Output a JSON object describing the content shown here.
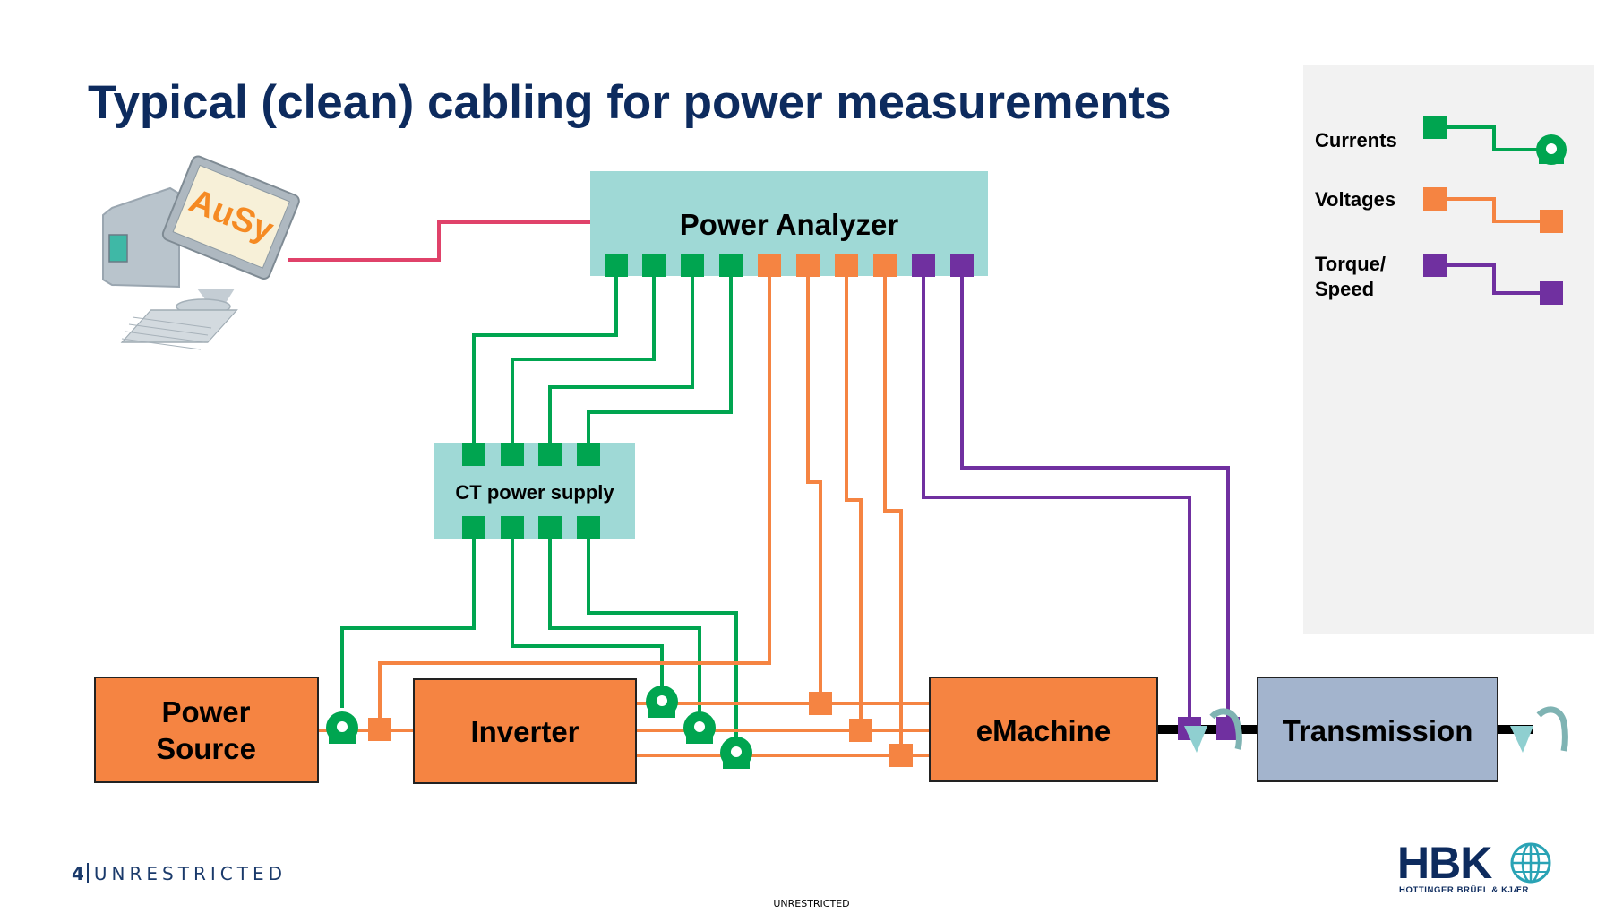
{
  "title": "Typical (clean) cabling for power measurements",
  "computer_label": "AuSy",
  "power_analyzer_label": "Power Analyzer",
  "ct_supply_label": "CT power supply",
  "blocks": {
    "power_source_line1": "Power",
    "power_source_line2": "Source",
    "inverter": "Inverter",
    "emachine": "eMachine",
    "transmission": "Transmission"
  },
  "legend": {
    "currents": "Currents",
    "voltages": "Voltages",
    "torque_line1": "Torque/",
    "torque_line2": "Speed"
  },
  "footer": {
    "page_number": "4",
    "classification": "UNRESTRICTED",
    "center_text": "UNRESTRICTED"
  },
  "logo": {
    "letters": "HBK",
    "subtitle": "HOTTINGER BRÜEL & KJÆR"
  },
  "colors": {
    "current": "#00a550",
    "voltage": "#f58442",
    "torque": "#7030a0",
    "analyzer_bg": "#9fd9d6",
    "block_orange": "#f58442",
    "transmission": "#a3b4cd",
    "title": "#0d2b5e",
    "pc_link": "#e0426a",
    "legend_bg": "#f2f2f2"
  }
}
